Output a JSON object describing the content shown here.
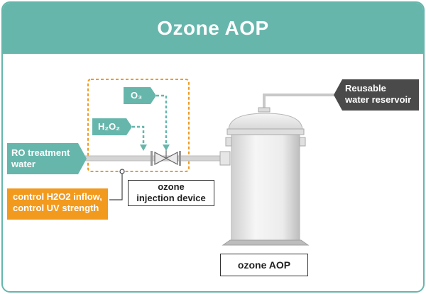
{
  "title": "Ozone AOP",
  "labels": {
    "ro_water": [
      "RO treatment",
      "water"
    ],
    "o3": "O₃",
    "h2o2": "H₂O₂",
    "injection_device": [
      "ozone",
      "injection device"
    ],
    "control": [
      "control H2O2 inflow,",
      "control UV strength"
    ],
    "reservoir": [
      "Reusable",
      "water reservoir"
    ],
    "ozone_aop": "ozone AOP"
  },
  "colors": {
    "teal": "#66b6ac",
    "orange": "#f29a1e",
    "dark": "#4a4a4a",
    "pipe": "#c8c8c8"
  }
}
